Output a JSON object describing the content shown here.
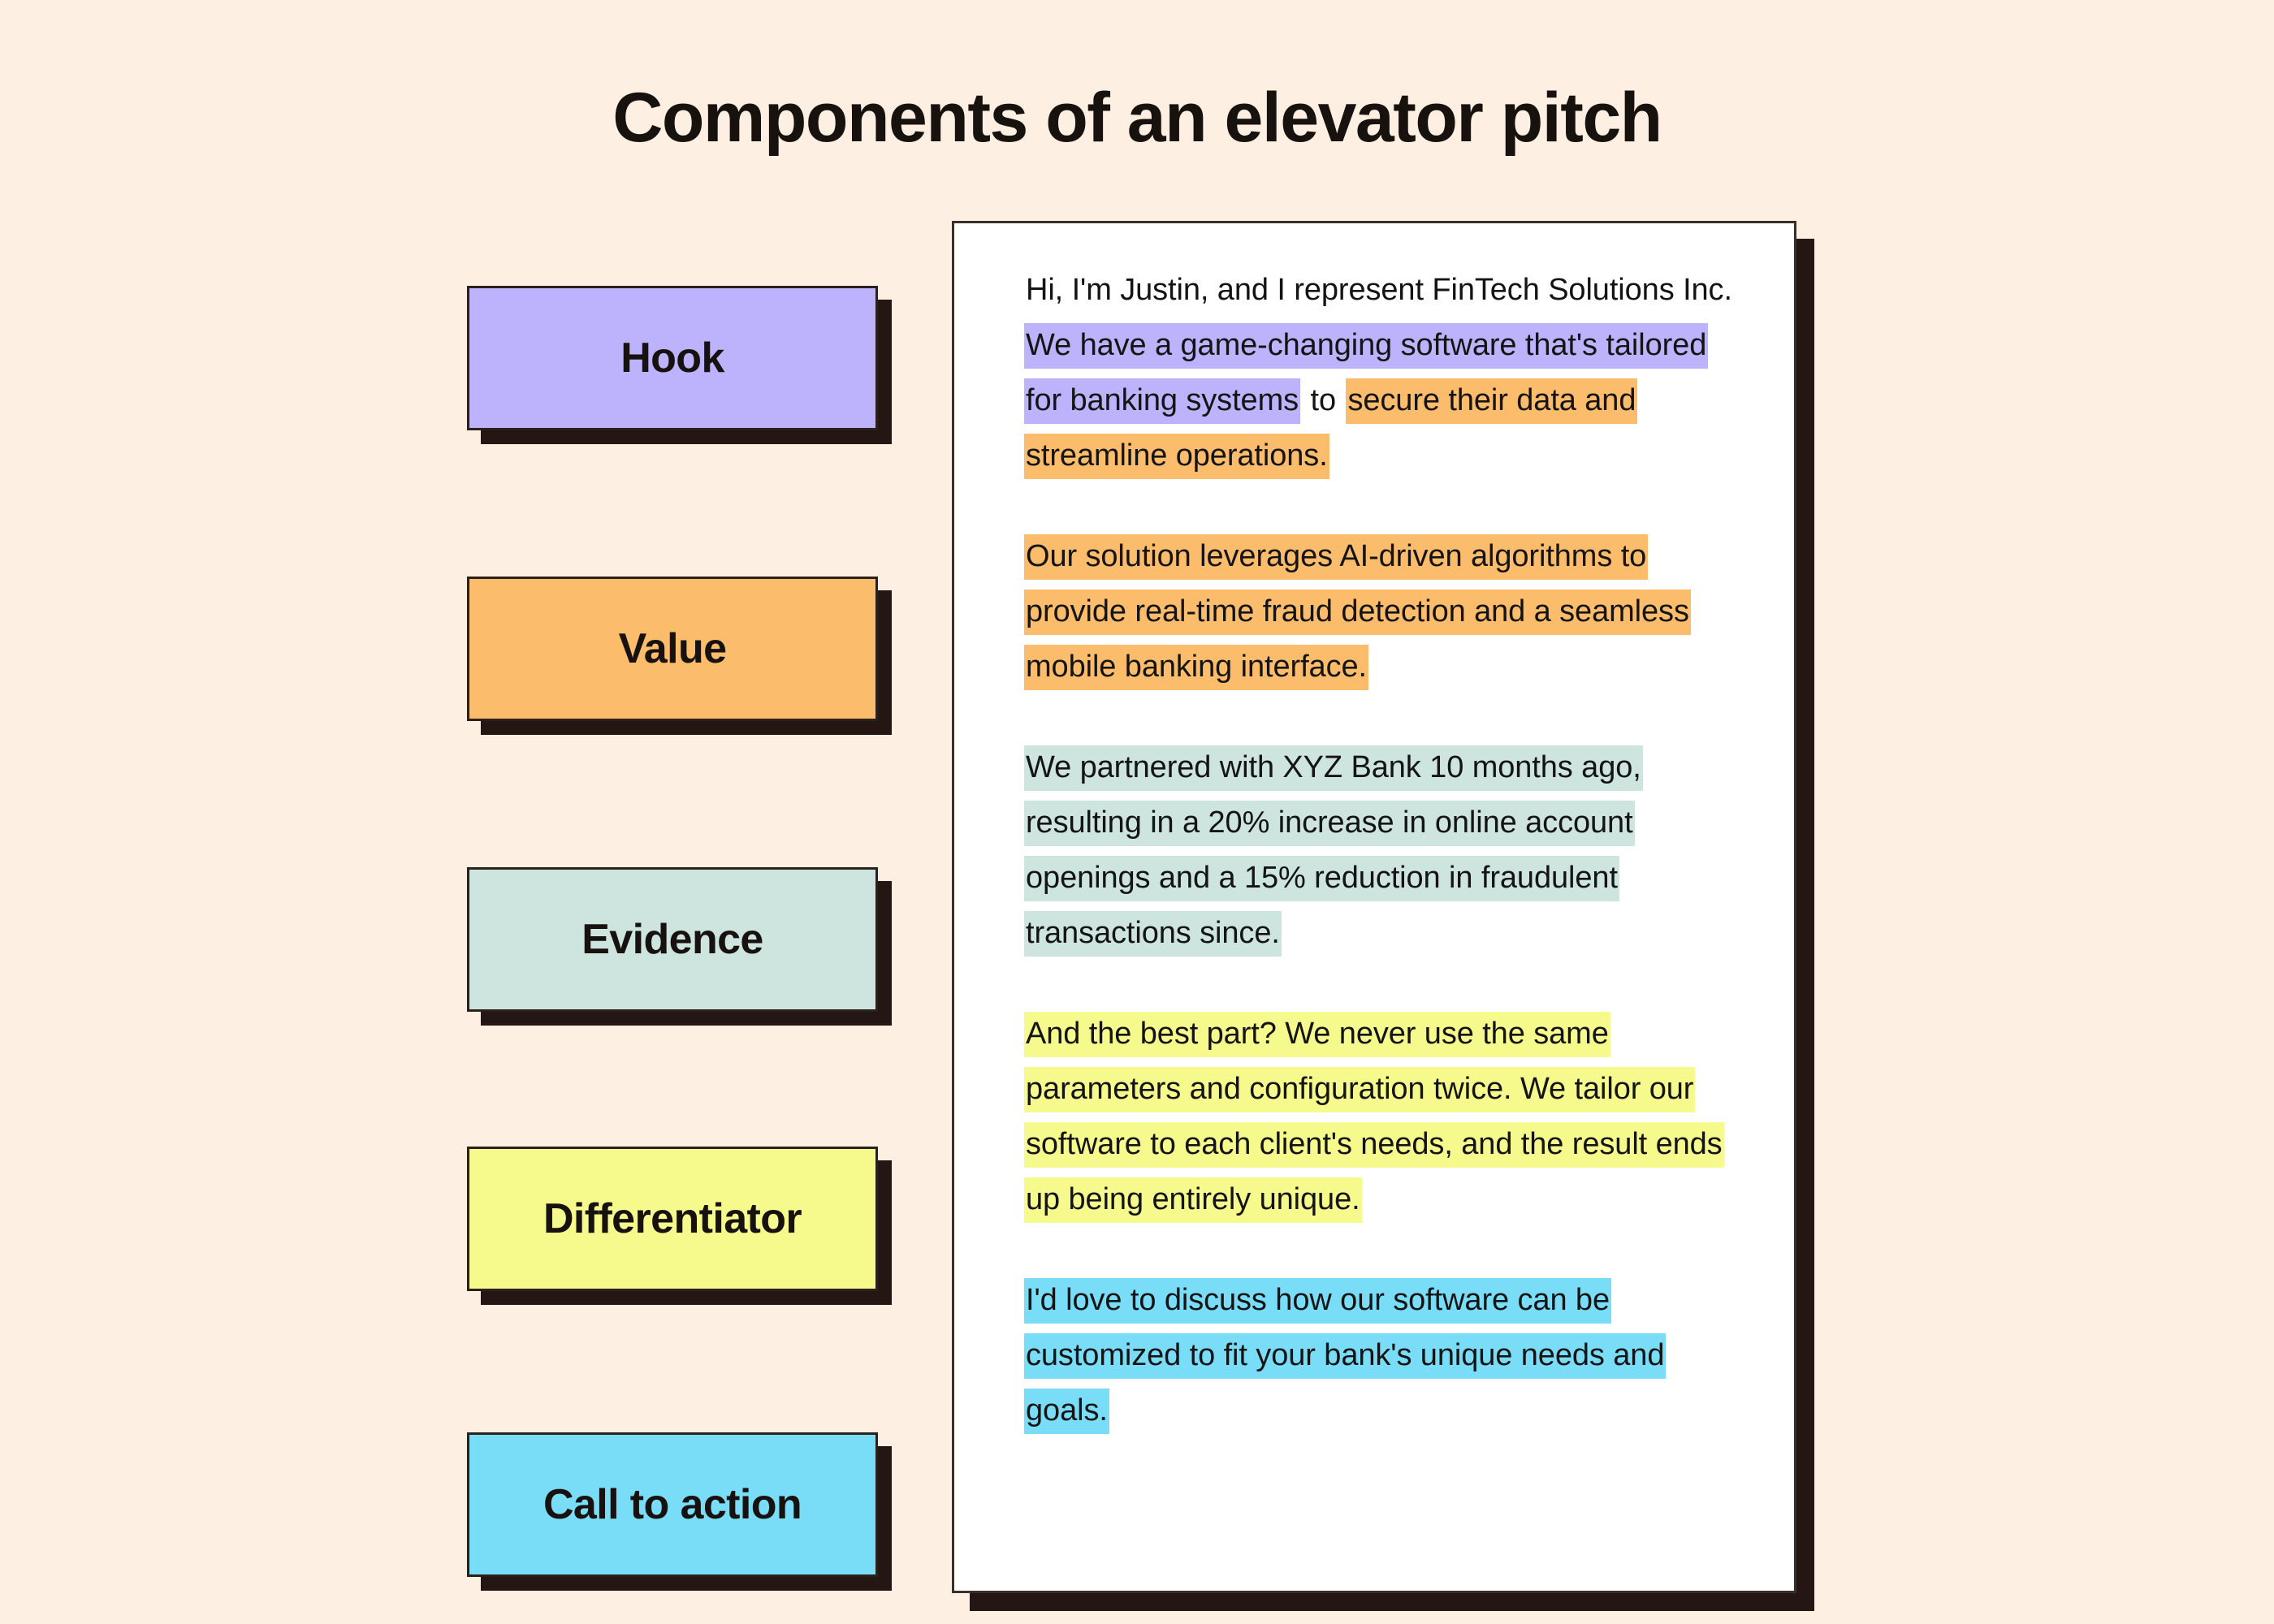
{
  "page": {
    "title": "Components of an elevator pitch",
    "background_color": "#FDEFE2",
    "text_color": "#141414",
    "shadow_color": "#241713",
    "border_color": "#2A211C"
  },
  "components": [
    {
      "id": "hook",
      "label": "Hook",
      "color": "#BDB3FD"
    },
    {
      "id": "value",
      "label": "Value",
      "color": "#FBBC6B"
    },
    {
      "id": "evidence",
      "label": "Evidence",
      "color": "#CDE4DF"
    },
    {
      "id": "differentiator",
      "label": "Differentiator",
      "color": "#F6FA8C"
    },
    {
      "id": "call-to-action",
      "label": "Call to action",
      "color": "#79DDF7"
    }
  ],
  "pitch": {
    "paragraphs": [
      {
        "id": "paragraph-1",
        "segments": [
          {
            "text": "Hi, I'm Justin, and I represent FinTech Solutions Inc. ",
            "highlight": "none"
          },
          {
            "text": "We have a game-changing software that's tailored for banking systems",
            "highlight": "hook"
          },
          {
            "text": " to ",
            "highlight": "none"
          },
          {
            "text": "secure their data and streamline operations.",
            "highlight": "value"
          }
        ]
      },
      {
        "id": "paragraph-2",
        "segments": [
          {
            "text": "Our solution leverages AI-driven algorithms to provide real-time fraud detection and a seamless mobile banking interface.",
            "highlight": "value"
          }
        ]
      },
      {
        "id": "paragraph-3",
        "segments": [
          {
            "text": "We partnered with XYZ Bank 10 months ago, resulting in a 20% increase in online account openings and a 15% reduction in fraudulent transactions since.",
            "highlight": "evidence"
          }
        ]
      },
      {
        "id": "paragraph-4",
        "segments": [
          {
            "text": "And the best part? We never use the same parameters and configuration twice. We tailor our software to each client's needs, and the result ends up being entirely unique.",
            "highlight": "differentiator"
          }
        ]
      },
      {
        "id": "paragraph-5",
        "segments": [
          {
            "text": "I'd love to discuss how our software can be customized to fit your bank's unique needs and goals.",
            "highlight": "call-to-action"
          }
        ]
      }
    ]
  }
}
